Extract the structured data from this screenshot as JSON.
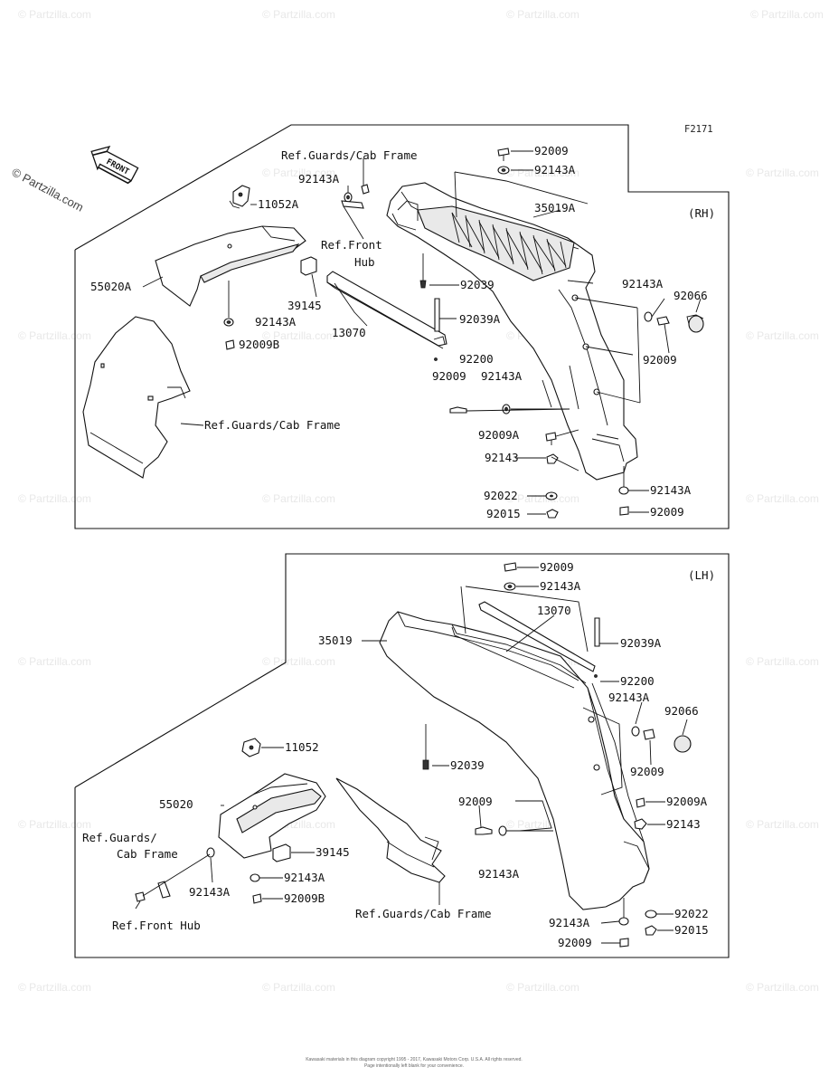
{
  "figure_code": "F2171",
  "watermark": "© Partzilla.com",
  "footer": {
    "line1": "Kawasaki materials in this diagram copyright 1995 - 2017, Kawasaki Motors Corp. U.S.A. All rights reserved.",
    "line2": "Page intentionally left blank for your convenience."
  },
  "front_arrow_label": "FRONT",
  "rh": {
    "side_label": "(RH)",
    "labels": {
      "ref_guards_top": "Ref.Guards/Cab Frame",
      "p92143A_1": "92143A",
      "p11052A": "11052A",
      "ref_front_hub": "Ref.Front\nHub",
      "p55020A": "55020A",
      "p39145": "39145",
      "p13070": "13070",
      "p92143A_2": "92143A",
      "p92009B": "92009B",
      "ref_guards_bottom": "Ref.Guards/Cab Frame",
      "p92009_top": "92009",
      "p92143A_top": "92143A",
      "p35019A": "35019A",
      "p92039": "92039",
      "p92039A": "92039A",
      "p92200": "92200",
      "p92009_mid": "92009",
      "p92143A_mid": "92143A",
      "p92143A_right": "92143A",
      "p92066": "92066",
      "p92009_right": "92009",
      "p92009A": "92009A",
      "p92143": "92143",
      "p92022": "92022",
      "p92015": "92015",
      "p92143A_low": "92143A",
      "p92009_low": "92009"
    }
  },
  "lh": {
    "side_label": "(LH)",
    "labels": {
      "p92009_top": "92009",
      "p92143A_top": "92143A",
      "p13070": "13070",
      "p35019": "35019",
      "p92039A": "92039A",
      "p92200": "92200",
      "p92143A_right": "92143A",
      "p92066": "92066",
      "p92009_right": "92009",
      "p11052": "11052",
      "p92039": "92039",
      "p55020": "55020",
      "p92009_mid": "92009",
      "p92009A": "92009A",
      "p92143": "92143",
      "ref_guards_left": "Ref.Guards/\nCab Frame",
      "p39145": "39145",
      "p92143A_a": "92143A",
      "p92143A_b": "92143A",
      "p92143A_c": "92143A",
      "p92009B": "92009B",
      "ref_front_hub": "Ref.Front Hub",
      "ref_guards_bottom": "Ref.Guards/Cab Frame",
      "p92022": "92022",
      "p92143A_low": "92143A",
      "p92015": "92015",
      "p92009_low": "92009"
    }
  }
}
